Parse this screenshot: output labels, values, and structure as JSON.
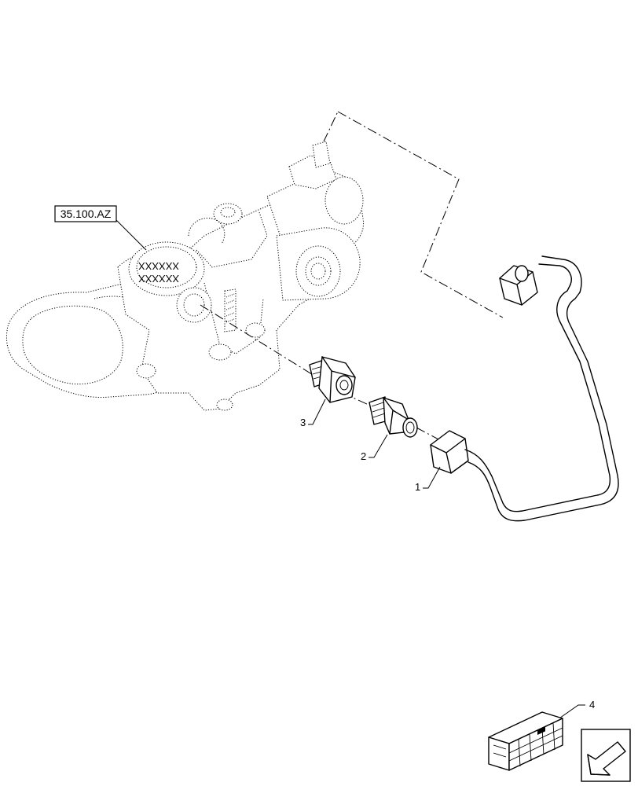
{
  "reference_label": "35.100.AZ",
  "callouts": [
    {
      "id": "1",
      "text": "1"
    },
    {
      "id": "2",
      "text": "2"
    },
    {
      "id": "3",
      "text": "3"
    },
    {
      "id": "4",
      "text": "4"
    }
  ],
  "valve_markings": {
    "line1": "XXXXXX",
    "line2": "XXXXXX"
  },
  "icons": {
    "kit_box": "crate-kit-icon",
    "navigation": "arrow-down-left-icon"
  }
}
